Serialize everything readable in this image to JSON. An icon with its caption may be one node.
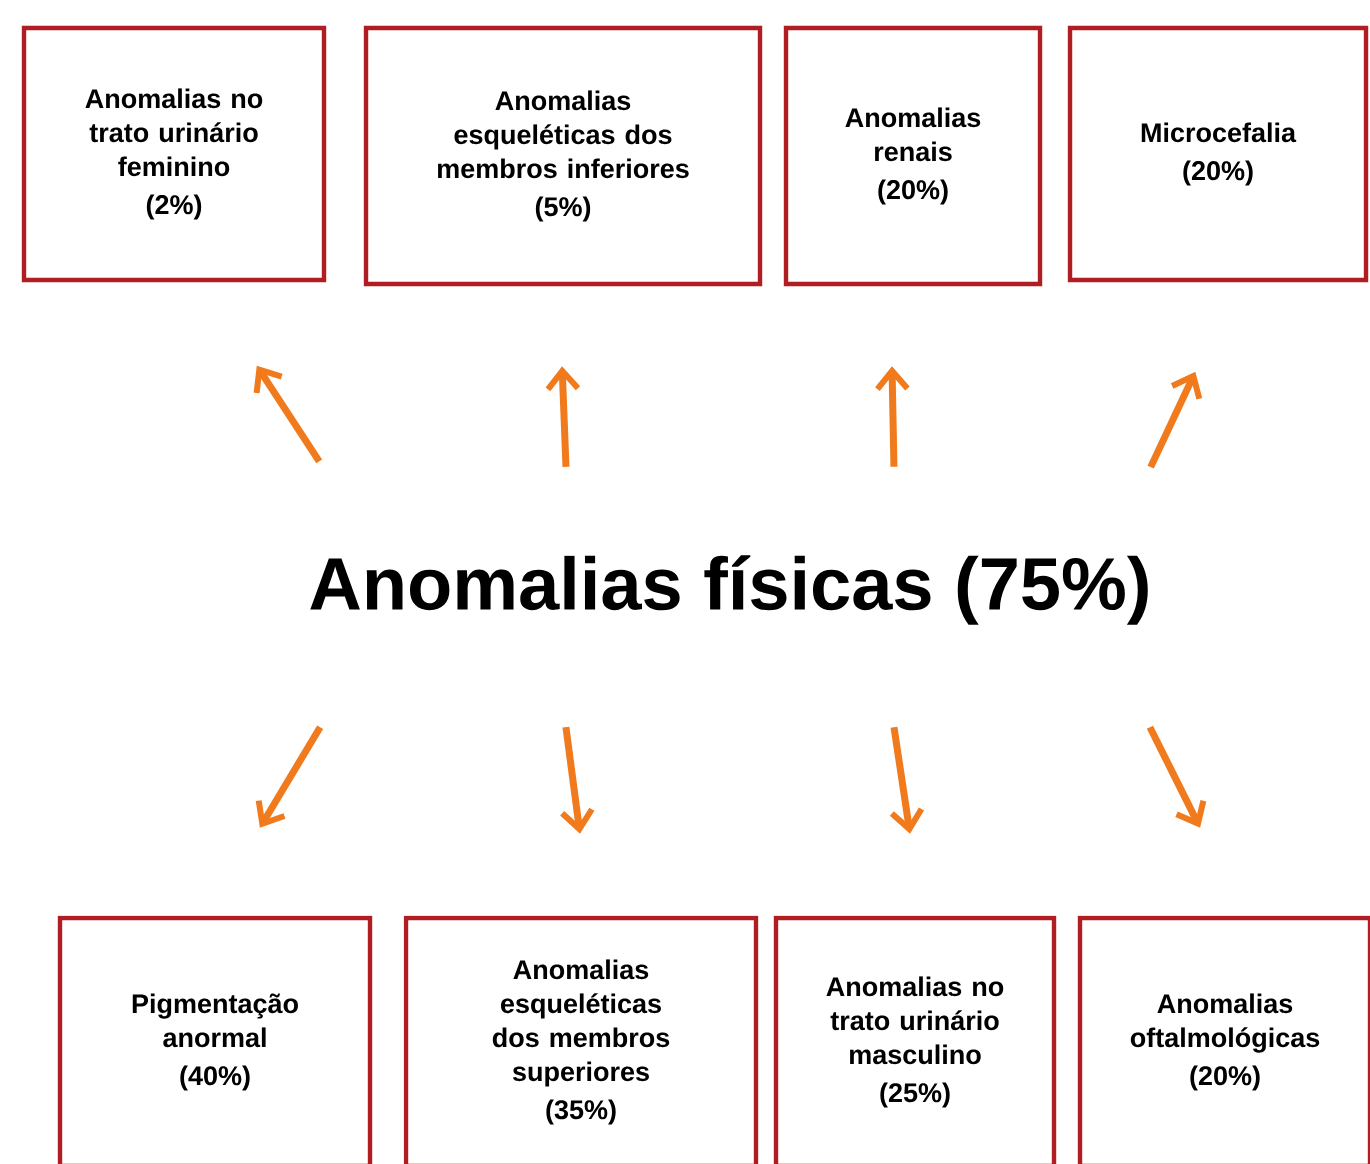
{
  "diagram": {
    "nodes": [
      {
        "text": [
          "Anomalias físicas (75%)"
        ]
      },
      {
        "text": [
          "Anomalias no trato urinário feminino",
          "(2%)"
        ]
      },
      {
        "text": [
          "Anomalias esqueléticas dos membros inferiores",
          "(5%)"
        ]
      },
      {
        "text": [
          "Anomalias renais",
          "(20%)"
        ]
      },
      {
        "text": [
          "Microcefalia",
          "(20%)"
        ]
      },
      {
        "text": [
          "Pigmentação anormal",
          "(40%)"
        ]
      },
      {
        "text": [
          "Anomalias esqueléticas dos membros superiores",
          "(35%)"
        ]
      },
      {
        "text": [
          "Anomalias no trato urinário masculino",
          "(25%)"
        ]
      },
      {
        "text": [
          "Anomalias oftalmológicas",
          "(20%)"
        ]
      }
    ],
    "edges": [
      {
        "from": 0,
        "to": 1,
        "arrow": "to"
      },
      {
        "from": 0,
        "to": 2,
        "arrow": "to"
      },
      {
        "from": 0,
        "to": 3,
        "arrow": "to"
      },
      {
        "from": 0,
        "to": 4,
        "arrow": "to"
      },
      {
        "from": 0,
        "to": 5,
        "arrow": "to"
      },
      {
        "from": 0,
        "to": 6,
        "arrow": "to"
      },
      {
        "from": 0,
        "to": 7,
        "arrow": "to"
      },
      {
        "from": 0,
        "to": 8,
        "arrow": "to"
      }
    ]
  }
}
